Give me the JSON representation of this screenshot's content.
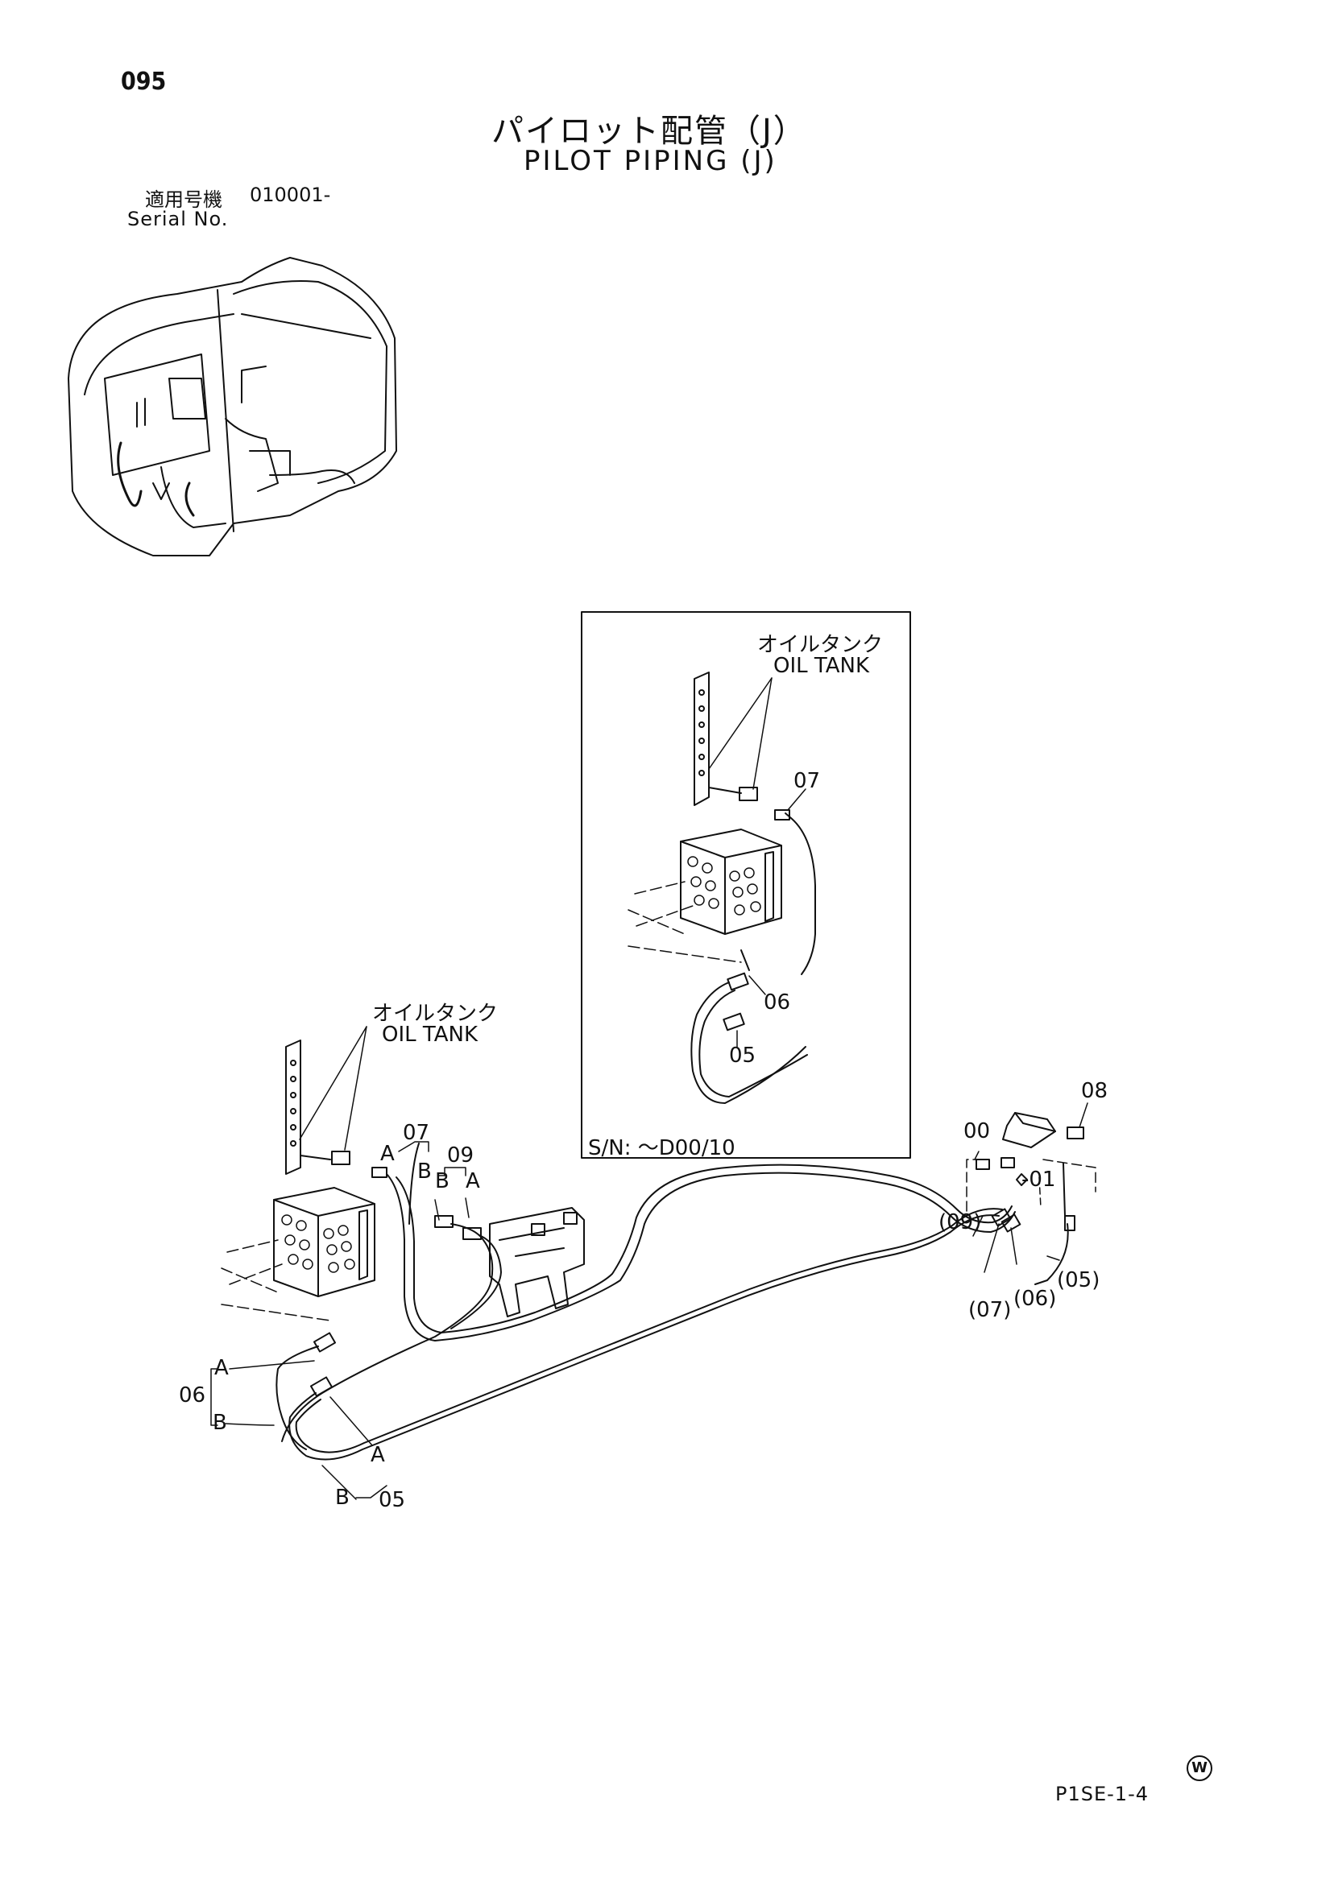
{
  "page": {
    "number": "095",
    "title_ja": "パイロット配管（J）",
    "title_en": "PILOT PIPING (J)",
    "serial_label_ja": "適用号機",
    "serial_value": "010001-",
    "serial_label_en": "Serial No.",
    "drawing_code": "P1SE-1-4",
    "mark": "W"
  },
  "inset": {
    "tank_label_ja": "オイルタンク",
    "tank_label_en": "OIL TANK",
    "sn_label": "S/N: ～D00/10",
    "callouts": [
      "07",
      "06",
      "05"
    ]
  },
  "main": {
    "tank_label_ja": "オイルタンク",
    "tank_label_en": "OIL TANK",
    "callouts": {
      "c07": "07",
      "c09": "09",
      "c06": "06",
      "c05": "05",
      "c08": "08",
      "c00": "00",
      "c01": "-01",
      "p09": "(09)",
      "p07": "(07)",
      "p06": "(06)",
      "p05": "(05)",
      "A": "A",
      "B": "B"
    }
  }
}
